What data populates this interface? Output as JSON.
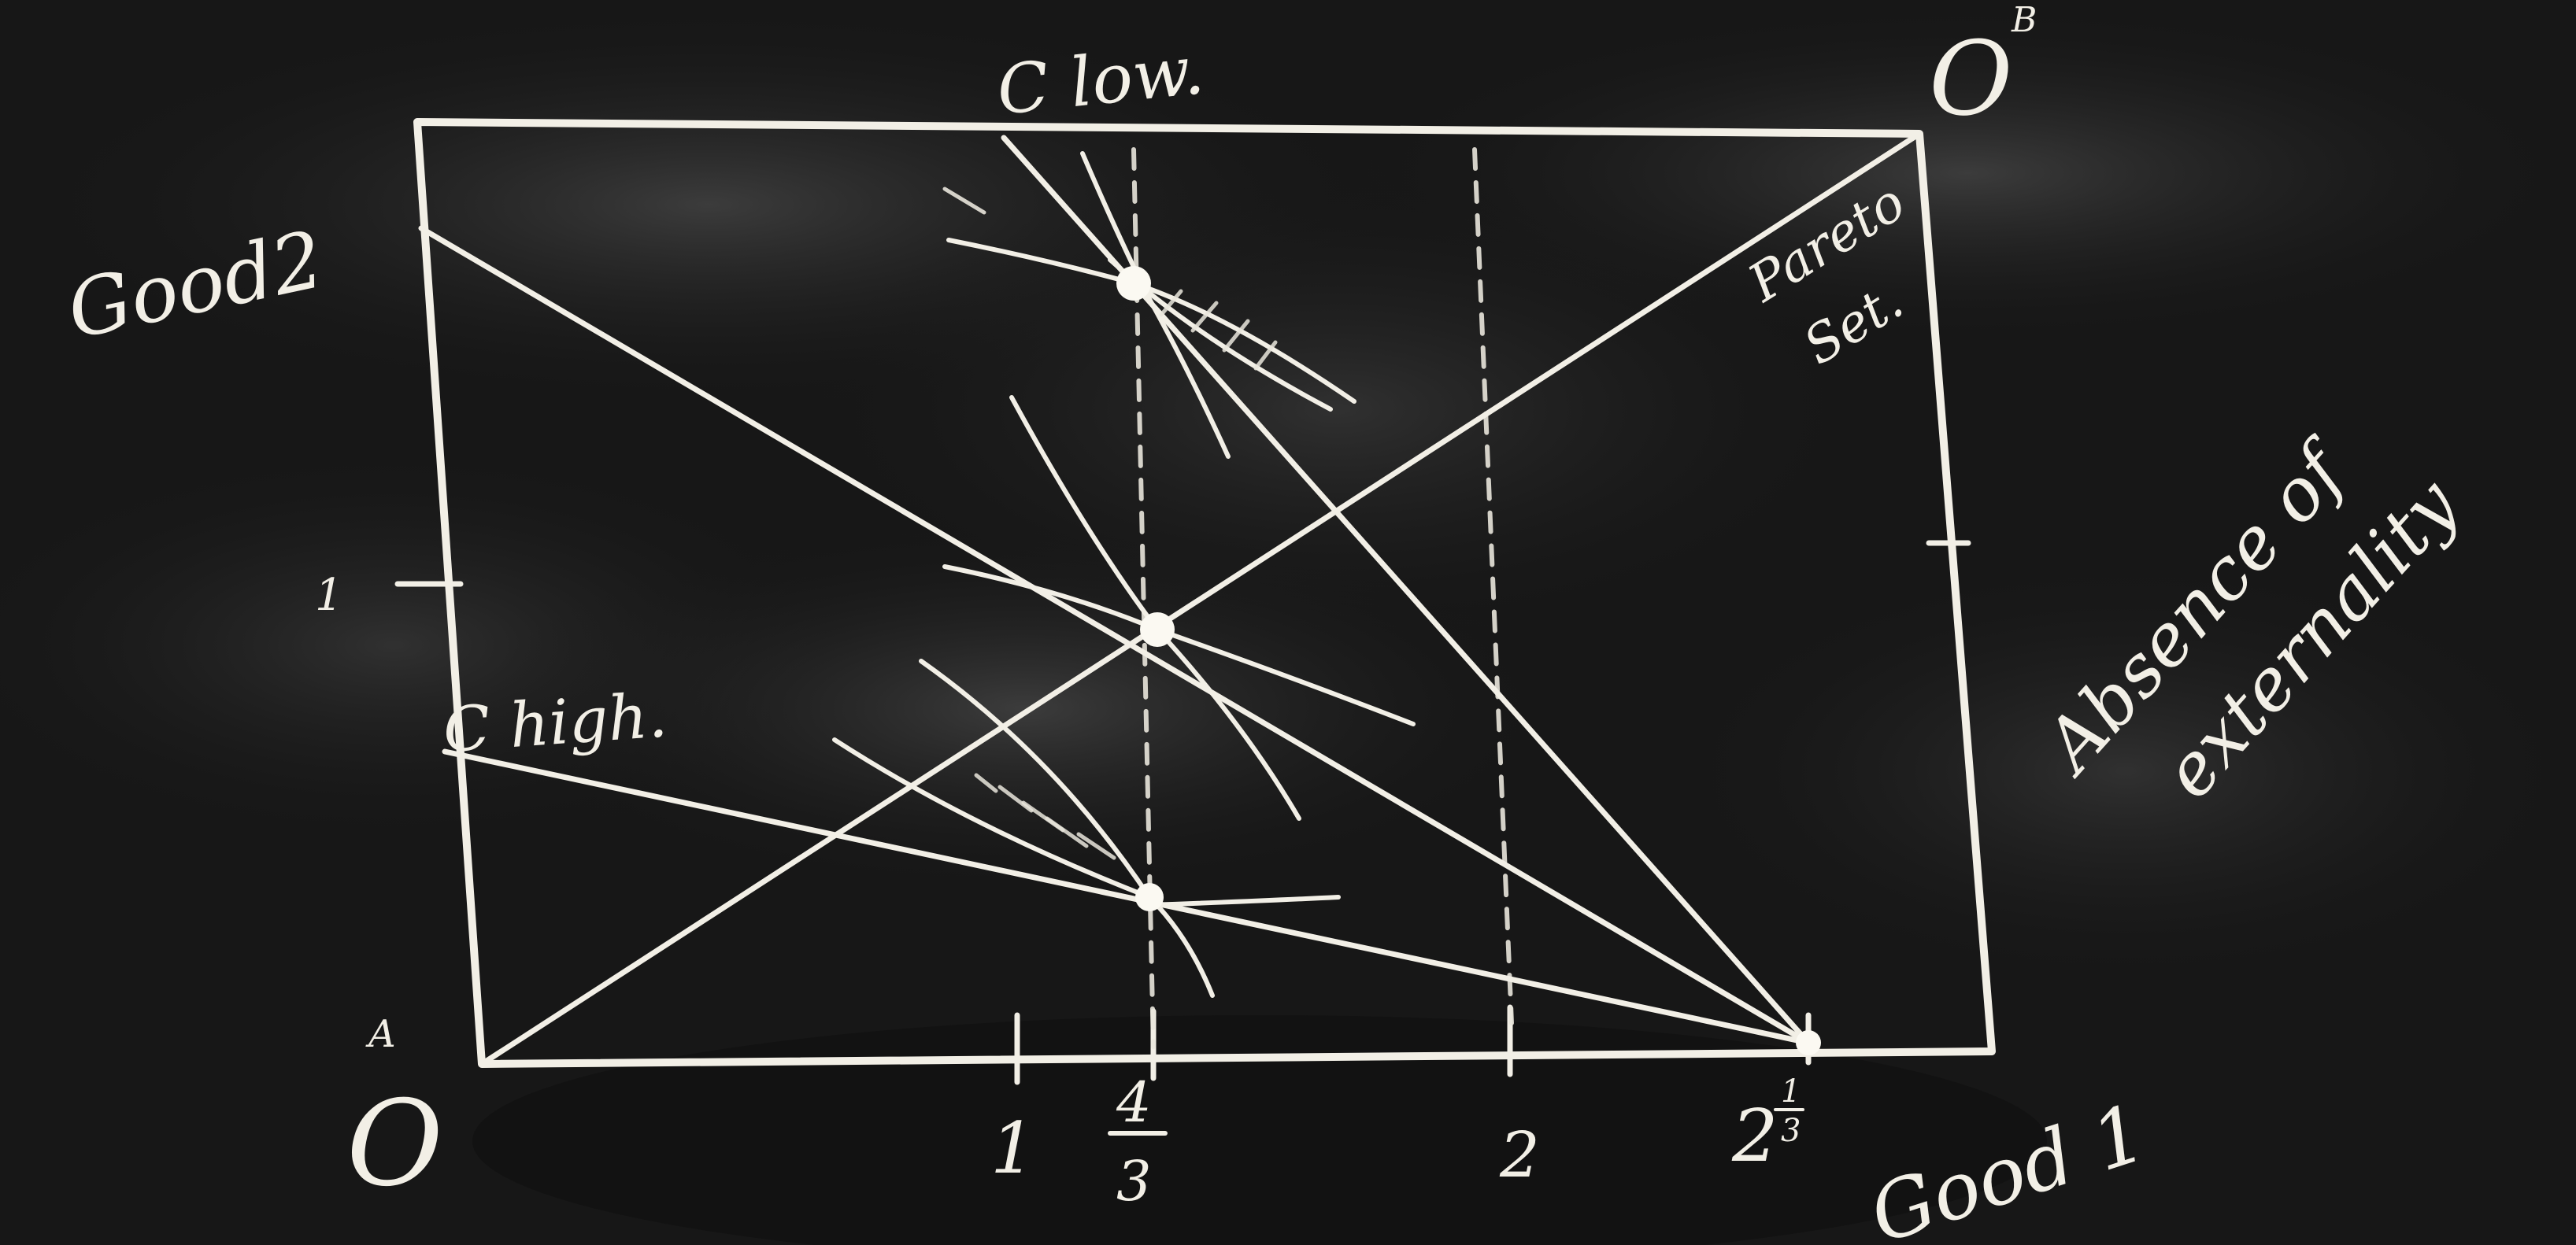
{
  "labels": {
    "origin_a": "O",
    "origin_a_mark": "A",
    "origin_b": "O",
    "origin_b_mark": "B",
    "good2": "Good2",
    "good1": "Good 1",
    "c_low": "C low.",
    "c_high": "C high.",
    "pareto_set_line1": "Pareto",
    "pareto_set_line2": "Set.",
    "note_line1": "Absence of",
    "note_line2": "externality",
    "tick_one_vertical": "1",
    "tick_1": "1",
    "tick_four_thirds_num": "4",
    "tick_four_thirds_den": "3",
    "tick_2": "2",
    "tick_two_third_whole": "2",
    "tick_two_third_num": "1",
    "tick_two_third_den": "3"
  },
  "colors": {
    "chalk": "#f2efe6",
    "board": "#151515"
  }
}
